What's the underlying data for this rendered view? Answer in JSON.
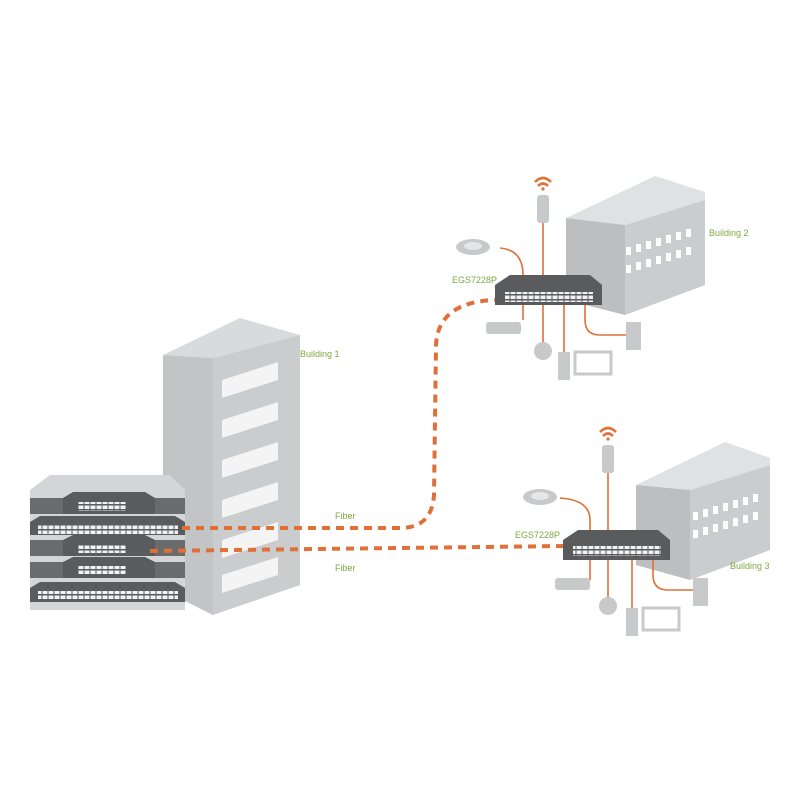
{
  "labels": {
    "building1": "Building 1",
    "building2": "Building 2",
    "building3": "Building 3",
    "switch_b2": "EGS7228P",
    "switch_b3": "EGS7228P",
    "fiber_top": "Fiber",
    "fiber_bottom": "Fiber"
  },
  "colors": {
    "fiber": "#e0703a",
    "label": "#7fa843",
    "building": "#c8c9cb",
    "switch": "#5a5b5d"
  }
}
